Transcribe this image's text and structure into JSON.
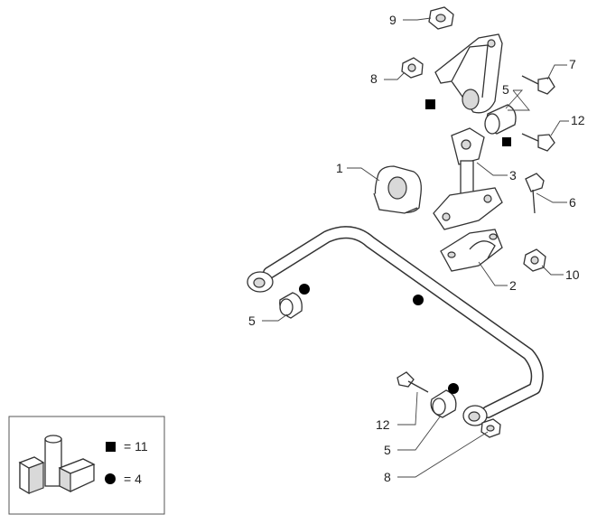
{
  "diagram": {
    "callouts": [
      {
        "id": "c9-top",
        "label": "9"
      },
      {
        "id": "c8-top",
        "label": "8"
      },
      {
        "id": "c7",
        "label": "7"
      },
      {
        "id": "c5-top",
        "label": "5"
      },
      {
        "id": "c12-top",
        "label": "12"
      },
      {
        "id": "c1",
        "label": "1"
      },
      {
        "id": "c3",
        "label": "3"
      },
      {
        "id": "c6",
        "label": "6"
      },
      {
        "id": "c10",
        "label": "10"
      },
      {
        "id": "c2",
        "label": "2"
      },
      {
        "id": "c5-left",
        "label": "5"
      },
      {
        "id": "c12-bottom",
        "label": "12"
      },
      {
        "id": "c5-bottom",
        "label": "5"
      },
      {
        "id": "c8-bottom",
        "label": "8"
      }
    ],
    "legend": {
      "square_equals": "= 11",
      "circle_equals": "= 4"
    },
    "colors": {
      "line": "#333333",
      "marker": "#000000",
      "background": "#ffffff"
    }
  }
}
